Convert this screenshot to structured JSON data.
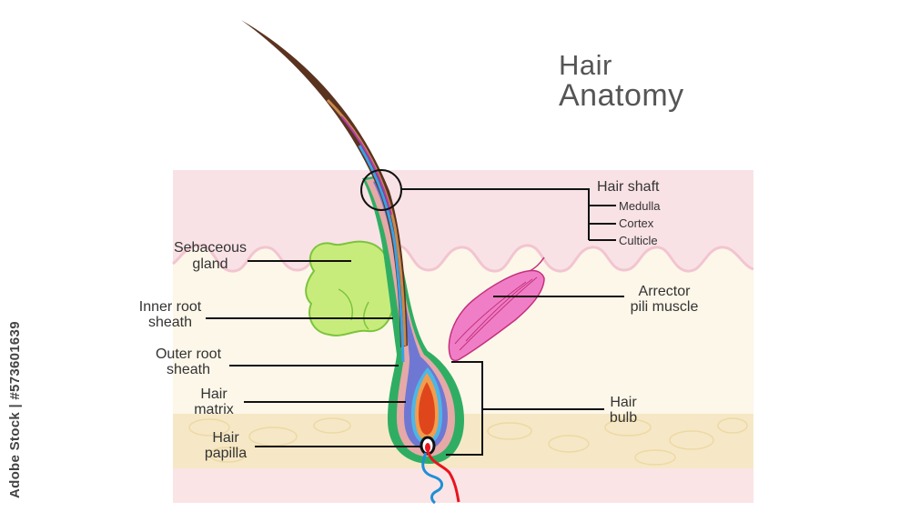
{
  "title": {
    "line1": "Hair",
    "line2": "Anatomy"
  },
  "labels": {
    "hair_shaft": "Hair shaft",
    "medulla": "Medulla",
    "cortex": "Cortex",
    "cuticle": "Culticle",
    "sebaceous_1": "Sebaceous",
    "sebaceous_2": "gland",
    "inner_root_1": "Inner root",
    "inner_root_2": "sheath",
    "outer_root_1": "Outer root",
    "outer_root_2": "sheath",
    "matrix_1": "Hair",
    "matrix_2": "matrix",
    "papilla_1": "Hair",
    "papilla_2": "papilla",
    "arrector_1": "Arrector",
    "arrector_2": "pili muscle",
    "bulb_1": "Hair",
    "bulb_2": "bulb"
  },
  "watermark": "Adobe Stock | #573601639",
  "colors": {
    "skin_pink": "#f9e2e6",
    "dermis": "#fdf6e6",
    "fat": "#f6e8c6",
    "hair_brown": "#5a3320",
    "sebaceous_green": "#c6ec7a",
    "outer_sheath_green": "#2fae63",
    "arrector_pink": "#f07ec6",
    "medulla_blue": "#3aa0e6",
    "matrix_red": "#e0461c",
    "vessel_red": "#e8141e",
    "vessel_blue": "#1f8fd6"
  }
}
